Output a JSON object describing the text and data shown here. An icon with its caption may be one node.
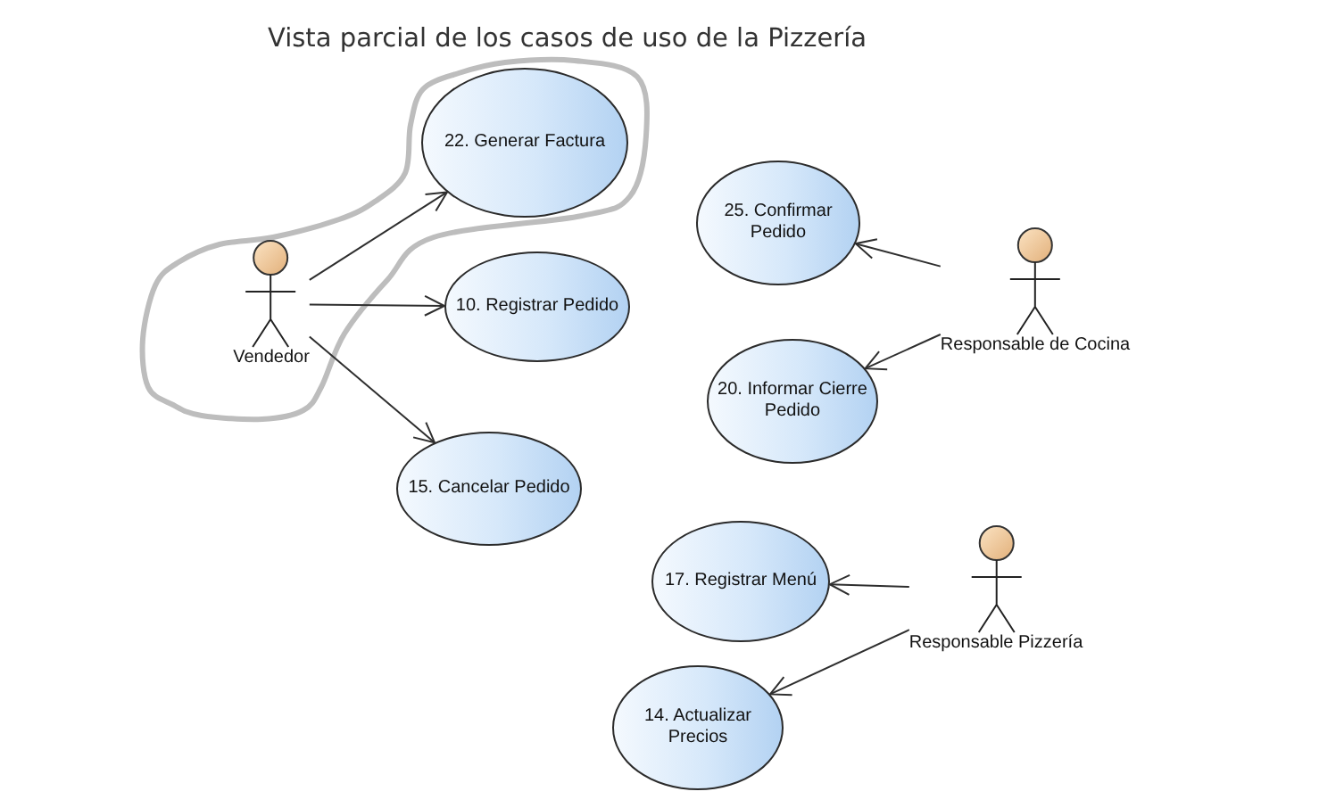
{
  "diagram": {
    "title": "Vista parcial de los casos de uso de la Pizzería",
    "nodes": [
      {
        "text": [
          "Vendedor"
        ]
      },
      {
        "text": [
          "22. Generar Factura"
        ]
      },
      {
        "text": [
          "10. Registrar Pedido"
        ]
      },
      {
        "text": [
          "15. Cancelar Pedido"
        ]
      },
      {
        "text": [
          "25. Confirmar Pedido"
        ]
      },
      {
        "text": [
          "20. Informar Cierre Pedido"
        ]
      },
      {
        "text": [
          "Responsable de Cocina"
        ]
      },
      {
        "text": [
          "17. Registrar Menú"
        ]
      },
      {
        "text": [
          "14. Actualizar Precios"
        ]
      },
      {
        "text": [
          "Responsable Pizzería"
        ]
      }
    ],
    "edges": [
      {
        "from": 0,
        "to": 1,
        "arrow": "to"
      },
      {
        "from": 0,
        "to": 2,
        "arrow": "to"
      },
      {
        "from": 0,
        "to": 3,
        "arrow": "to"
      },
      {
        "from": 6,
        "to": 4,
        "arrow": "to"
      },
      {
        "from": 6,
        "to": 5,
        "arrow": "to"
      },
      {
        "from": 9,
        "to": 7,
        "arrow": "to"
      },
      {
        "from": 9,
        "to": 8,
        "arrow": "to"
      }
    ]
  }
}
